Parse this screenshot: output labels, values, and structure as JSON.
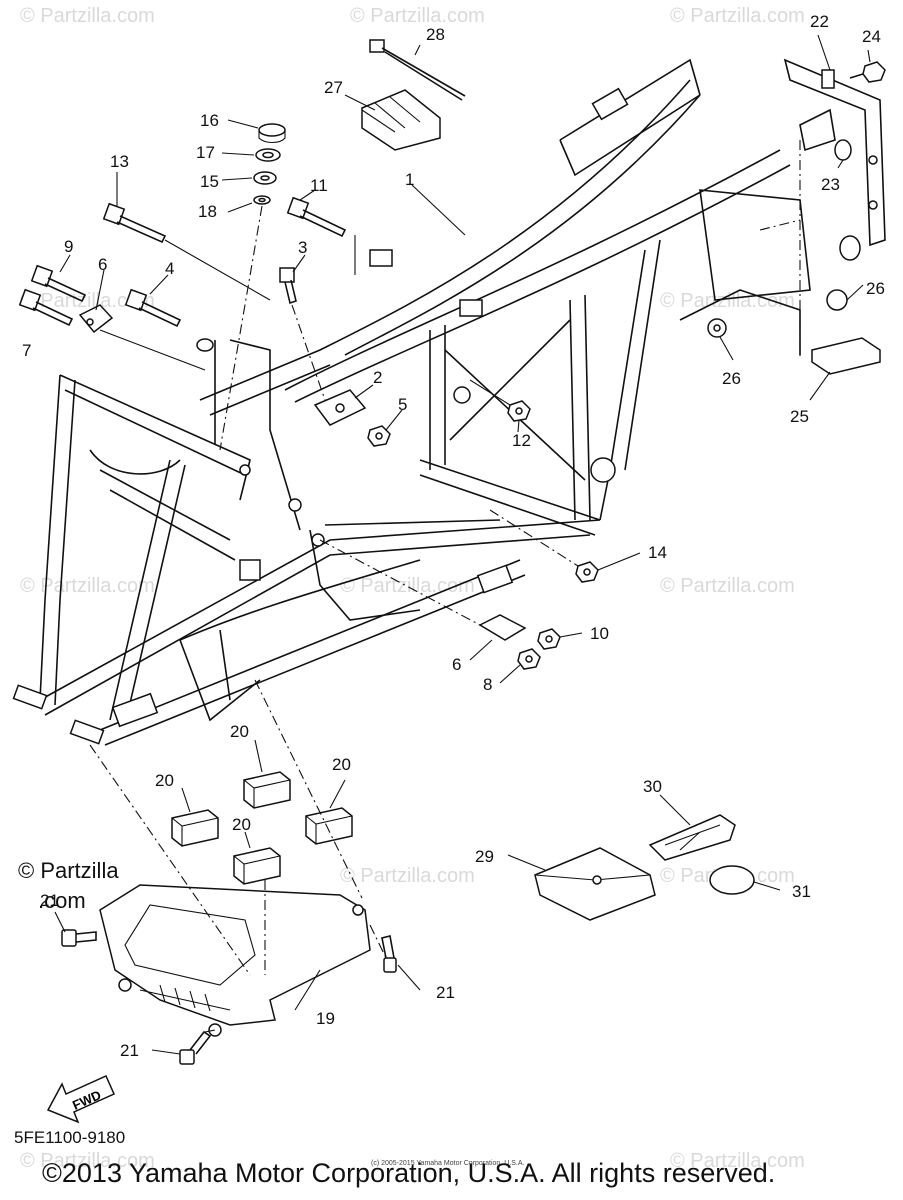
{
  "watermark": "© Partzilla.com",
  "partzilla_logo": {
    "line1": "© Partzilla",
    "line2": ".com"
  },
  "callouts": [
    "1",
    "2",
    "3",
    "4",
    "5",
    "6",
    "6",
    "7",
    "8",
    "9",
    "10",
    "11",
    "12",
    "13",
    "14",
    "15",
    "16",
    "17",
    "18",
    "19",
    "20",
    "20",
    "20",
    "20",
    "21",
    "21",
    "21",
    "22",
    "23",
    "24",
    "25",
    "26",
    "26",
    "27",
    "28",
    "29",
    "30",
    "31"
  ],
  "fwd_label": "FWD",
  "diagram_code": "5FE1100-9180",
  "copyright": "©2013 Yamaha Motor Corporation, U.S.A. All rights reserved.",
  "copyright_small": "(c) 2005-2015 Yamaha Motor Corporation, U.S.A."
}
